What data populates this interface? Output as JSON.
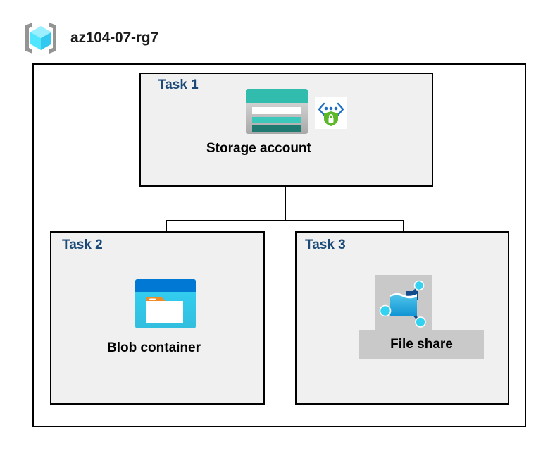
{
  "diagram": {
    "type": "azure-architecture",
    "resource_group": {
      "name": "az104-07-rg7",
      "icon": "resource-group-cube-icon"
    },
    "groups": [
      {
        "id": "task1",
        "label": "Task 1",
        "node": {
          "caption": "Storage account",
          "icons": [
            "storage-account-icon",
            "security-shield-lock-icon"
          ],
          "highlighted": false
        }
      },
      {
        "id": "task2",
        "label": "Task 2",
        "node": {
          "caption": "Blob container",
          "icons": [
            "blob-container-icon"
          ],
          "highlighted": false
        }
      },
      {
        "id": "task3",
        "label": "Task 3",
        "node": {
          "caption": "File share",
          "icons": [
            "file-share-icon"
          ],
          "highlighted": true
        }
      }
    ],
    "connections": [
      {
        "from": "Storage account",
        "to": "Blob container"
      },
      {
        "from": "Storage account",
        "to": "File share"
      }
    ],
    "colors": {
      "task_label": "#1b4a78",
      "caption": "#000000",
      "box_border": "#000000",
      "task_fill": "#f0f0f0",
      "group_fill": "#ffffff",
      "highlight": "#c9c9c9",
      "storage_teal": "#32bcad",
      "storage_dark_teal": "#1f7a72",
      "blob_blue": "#0078d4",
      "blob_cyan": "#32c8f0",
      "blob_orange": "#f08c28",
      "shield_green": "#5cb82a",
      "node_cyan": "#32d2f0",
      "cube_cyan": "#50e6ff",
      "bracket_gray": "#949494"
    }
  }
}
